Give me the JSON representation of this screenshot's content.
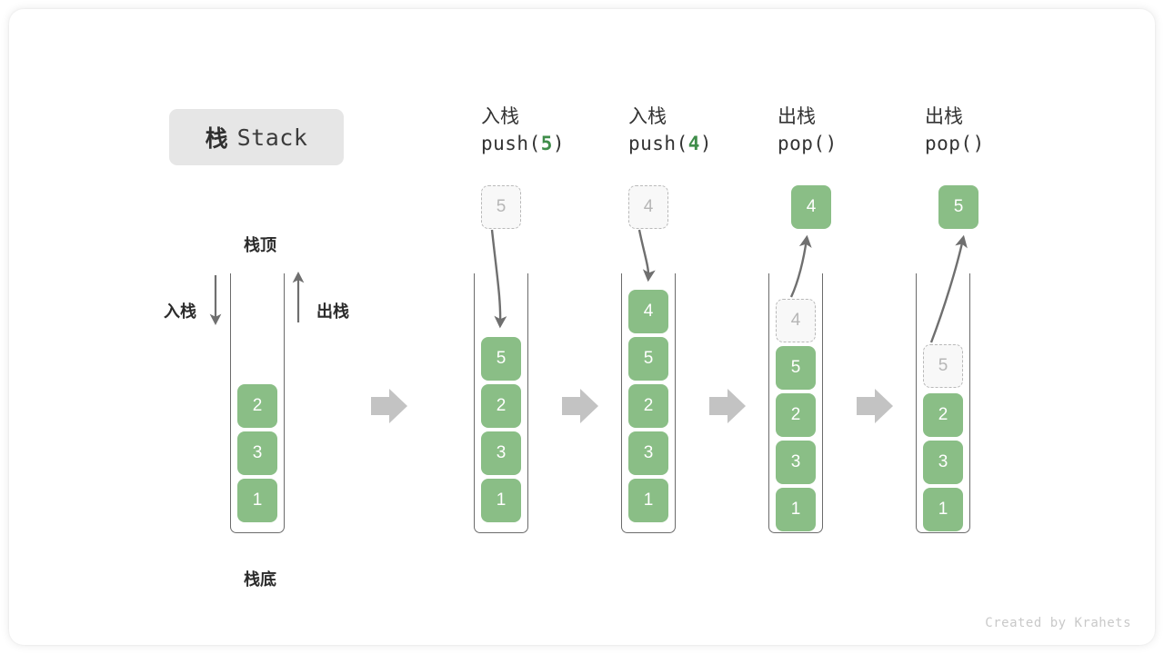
{
  "title": {
    "cn": "栈",
    "en": "Stack"
  },
  "labels": {
    "top": "栈顶",
    "bottom": "栈底",
    "push": "入栈",
    "pop": "出栈"
  },
  "colors": {
    "element_fill": "#8abe86",
    "element_text": "#ffffff",
    "ghost_fill": "#f8f8f8",
    "ghost_border": "#b9b9b9",
    "ghost_text": "#b6b6b6",
    "container_stroke": "#6b6b6b",
    "flow_arrow": "#c3c3c3",
    "accent_code_number": "#3f8d4a",
    "title_chip_bg": "#e6e6e6"
  },
  "columns": [
    {
      "id": "initial",
      "header_cn": "",
      "header_code": "",
      "code_number": "",
      "incoming": null,
      "outgoing": null,
      "cells": [
        "2",
        "3",
        "1"
      ],
      "ghost_top": null
    },
    {
      "id": "push-5",
      "header_cn": "入栈",
      "header_code_prefix": "push(",
      "code_number": "5",
      "header_code_suffix": ")",
      "incoming": "5",
      "outgoing": null,
      "cells": [
        "5",
        "2",
        "3",
        "1"
      ],
      "ghost_top": null
    },
    {
      "id": "push-4",
      "header_cn": "入栈",
      "header_code_prefix": "push(",
      "code_number": "4",
      "header_code_suffix": ")",
      "incoming": "4",
      "outgoing": null,
      "cells": [
        "4",
        "5",
        "2",
        "3",
        "1"
      ],
      "ghost_top": null
    },
    {
      "id": "pop-4",
      "header_cn": "出栈",
      "header_code_prefix": "pop(",
      "code_number": "",
      "header_code_suffix": ")",
      "incoming": null,
      "outgoing": "4",
      "cells": [
        "5",
        "2",
        "3",
        "1"
      ],
      "ghost_top": "4"
    },
    {
      "id": "pop-5",
      "header_cn": "出栈",
      "header_code_prefix": "pop(",
      "code_number": "",
      "header_code_suffix": ")",
      "incoming": null,
      "outgoing": "5",
      "cells": [
        "2",
        "3",
        "1"
      ],
      "ghost_top": "5"
    }
  ],
  "footer": "Created by Krahets"
}
